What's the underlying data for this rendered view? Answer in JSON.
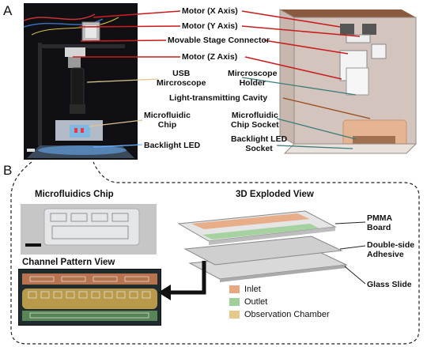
{
  "panels": {
    "a": "A",
    "b": "B"
  },
  "colors": {
    "red_leader": "#c81e1e",
    "inlet": "#e8a77e",
    "outlet": "#9fcf9a",
    "observation": "#e6c98a",
    "housing": "#c9b8b0",
    "cavity": "#d89a6a"
  },
  "panel_a": {
    "labels": {
      "motor_x": "Motor (X Axis)",
      "motor_y": "Motor (Y Axis)",
      "stage_connector": "Movable Stage Connector",
      "motor_z": "Motor (Z Axis)",
      "usb_microscope": "USB\nMircroscope",
      "microscope_holder": "Mircroscope\nHolder",
      "light_cavity": "Light-transmitting Cavity",
      "microfluidic_chip": "Microfluidic\nChip",
      "chip_socket": "Microfluidic\nChip Socket",
      "backlight_led": "Backlight LED",
      "led_socket": "Backlight LED\nSocket"
    }
  },
  "panel_b": {
    "chip_title": "Microfluidics Chip",
    "exploded_title": "3D Exploded View",
    "pattern_title": "Channel Pattern View",
    "layers": {
      "pmma": "PMMA\nBoard",
      "adhesive": "Double-side\nAdhesive",
      "glass": "Glass Slide"
    },
    "legend": [
      {
        "name": "Inlet",
        "color": "#e8a77e"
      },
      {
        "name": "Outlet",
        "color": "#9fcf9a"
      },
      {
        "name": "Observation Chamber",
        "color": "#e6c98a"
      }
    ]
  }
}
